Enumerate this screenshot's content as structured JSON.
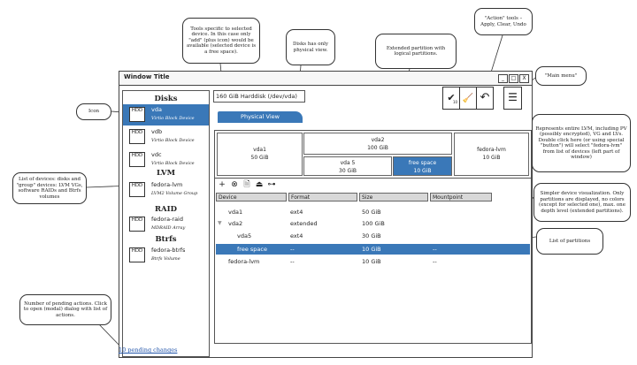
{
  "window": {
    "title": "Window Title",
    "buttons": [
      "_",
      "□",
      "X"
    ]
  },
  "device_list": {
    "groups": [
      {
        "heading": "Disks",
        "devices": [
          {
            "name": "vda",
            "subtitle": "Virtio Block Device",
            "selected": true
          },
          {
            "name": "vdb",
            "subtitle": "Virtio Block Device",
            "selected": false
          },
          {
            "name": "vdc",
            "subtitle": "Virtio Block Device",
            "selected": false
          }
        ]
      },
      {
        "heading": "LVM",
        "devices": [
          {
            "name": "fedora-lvm",
            "subtitle": "LVM2 Volume Group",
            "selected": false
          }
        ]
      },
      {
        "heading": "RAID",
        "devices": [
          {
            "name": "fedora-raid",
            "subtitle": "MDRAID Array",
            "selected": false
          }
        ]
      },
      {
        "heading": "Btrfs",
        "devices": [
          {
            "name": "fedora-btrfs",
            "subtitle": "Btrfs Volume",
            "selected": false
          }
        ]
      }
    ],
    "icon_glyph": "HDD"
  },
  "device_title": "160 GiB Harddisk (/dev/vda)",
  "tab_label": "Physical View",
  "actions": {
    "apply": "✔",
    "apply_count": "10",
    "clear": "🧹",
    "undo": "↶",
    "menu": "☰"
  },
  "physical_view": {
    "vda1": {
      "name": "vda1",
      "size": "50 GiB"
    },
    "vda2": {
      "name": "vda2",
      "size": "100 GiB"
    },
    "vda5": {
      "name": "vda 5",
      "size": "30 GiB"
    },
    "free": {
      "name": "free space",
      "size": "10 GiB"
    },
    "lvm": {
      "name": "fedora-lvm",
      "size": "10 GiB"
    }
  },
  "toolbar": [
    "+",
    "⊗",
    "🗎",
    "⏏",
    "⊶"
  ],
  "table": {
    "columns": [
      "Device",
      "Format",
      "Size",
      "Mountpoint"
    ],
    "rows": [
      {
        "device": "vda1",
        "format": "ext4",
        "size": "50 GiB",
        "mount": ""
      },
      {
        "device": "vda2",
        "format": "extended",
        "size": "100 GiB",
        "mount": ""
      },
      {
        "device": "vda5",
        "format": "ext4",
        "size": "30 GiB",
        "mount": ""
      },
      {
        "device": "free space",
        "format": "--",
        "size": "10 GiB",
        "mount": "--"
      },
      {
        "device": "fedora-lvm",
        "format": "--",
        "size": "10 GiB",
        "mount": "--"
      }
    ]
  },
  "pending_link": "10 pending changes",
  "notes": {
    "tools": "Tools specific to selected device. In this case only \"add\" (plus icon) would be available (selected device is a free space).",
    "disks_view": "Disks has only physical view.",
    "extended": "Extended partition with logical partitions.",
    "action_tools": "\"Action\" tools – Apply, Clear, Undo",
    "main_menu": "\"Main menu\"",
    "icon": "Icon",
    "lvm": "Represents entire LVM, including PV (possibly encrypted), VG and LVs. Double click here (or using special \"button\") will select \"fedora-lvm\" from list of devices (left part of window)",
    "device_list": "List of devices: disks and \"group\" devices: LVM VGs, software RAIDs and Btrfs volumes",
    "simpler": "Simpler device visualization. Only partitions are displayed, no colors (except for selected one), max. one depth level (extended partitions).",
    "partitions": "List of partitions",
    "pending": "Number of pending actions. Click to open (modal) dialog with list of actions."
  }
}
